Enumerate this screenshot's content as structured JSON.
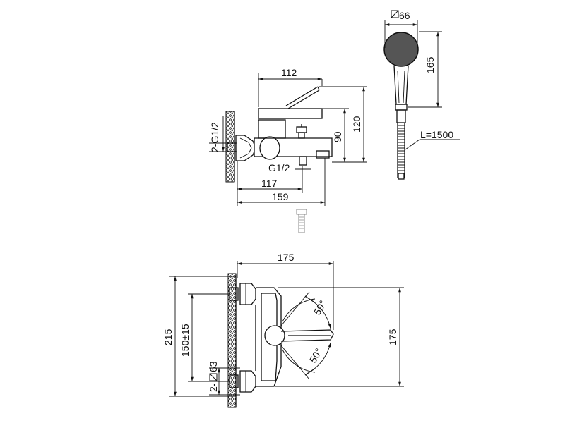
{
  "dimensions": {
    "square_66": "66",
    "h_165": "165",
    "len_112": "112",
    "h_120": "120",
    "h_90": "90",
    "thread_2g12": "2-G1/2",
    "thread_g12": "G1/2",
    "len_117": "117",
    "len_159": "159",
    "hose_length": "L=1500",
    "width_175_top": "175",
    "height_215": "215",
    "center_150": "150±15",
    "flange_2x63": "2-",
    "flange_63": "63",
    "height_175_right": "175",
    "angle_upper": "50°",
    "angle_lower": "50°"
  },
  "symbols": {
    "square_symbol_top": "square-symbol-icon",
    "square_symbol_flange": "square-symbol-icon"
  }
}
